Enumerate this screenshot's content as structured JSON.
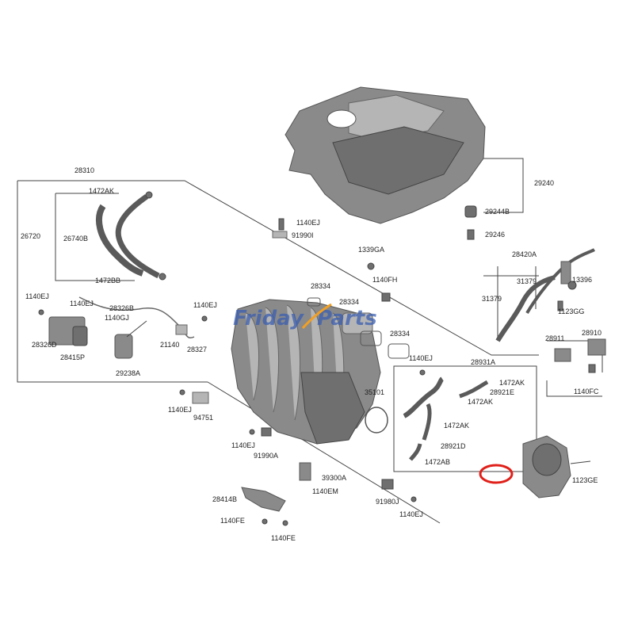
{
  "diagram": {
    "labels": {
      "l28310": "28310",
      "l1472AK_top": "1472AK",
      "l26720": "26720",
      "l26740B": "26740B",
      "l1472BB": "1472BB",
      "l1140EJ_a": "1140EJ",
      "l1140EJ_b": "1140EJ",
      "l28326B": "28326B",
      "l1140GJ": "1140GJ",
      "l1140EJ_c": "1140EJ",
      "l28326D": "28326D",
      "l28415P": "28415P",
      "l29238A": "29238A",
      "l21140": "21140",
      "l28327": "28327",
      "l1140EJ_d": "1140EJ",
      "l91990I": "91990I",
      "l1339GA": "1339GA",
      "l1140FH": "1140FH",
      "l28334_a": "28334",
      "l28334_b": "28334",
      "l28334_c": "28334",
      "l1140EJ_e": "1140EJ",
      "l35101": "35101",
      "l28931A": "28931A",
      "l1472AK_r": "1472AK",
      "l28921E": "28921E",
      "l1472AK_r2": "1472AK",
      "l1472AK_r3": "1472AK",
      "l28921D": "28921D",
      "l1472AB": "1472AB",
      "l29240": "29240",
      "l29244B": "29244B",
      "l29246": "29246",
      "l28420A": "28420A",
      "l31379_a": "31379",
      "l31379_b": "31379",
      "l13396": "13396",
      "l1123GG": "1123GG",
      "l28911": "28911",
      "l28910": "28910",
      "l1140FC": "1140FC",
      "l1123GE": "1123GE",
      "l1140EJ_f": "1140EJ",
      "l94751": "94751",
      "l1140EJ_g": "1140EJ",
      "l91990A": "91990A",
      "l39300A": "39300A",
      "l1140EM": "1140EM",
      "l28414B": "28414B",
      "l1140FE_a": "1140FE",
      "l1140FE_b": "1140FE",
      "l91980J": "91980J",
      "l1140EJ_h": "1140EJ"
    },
    "watermark": {
      "word1": "Friday",
      "word2": "Parts",
      "color": "#3b5fb0",
      "accent": "#f2a023"
    },
    "highlight_color": "#e0201a"
  }
}
